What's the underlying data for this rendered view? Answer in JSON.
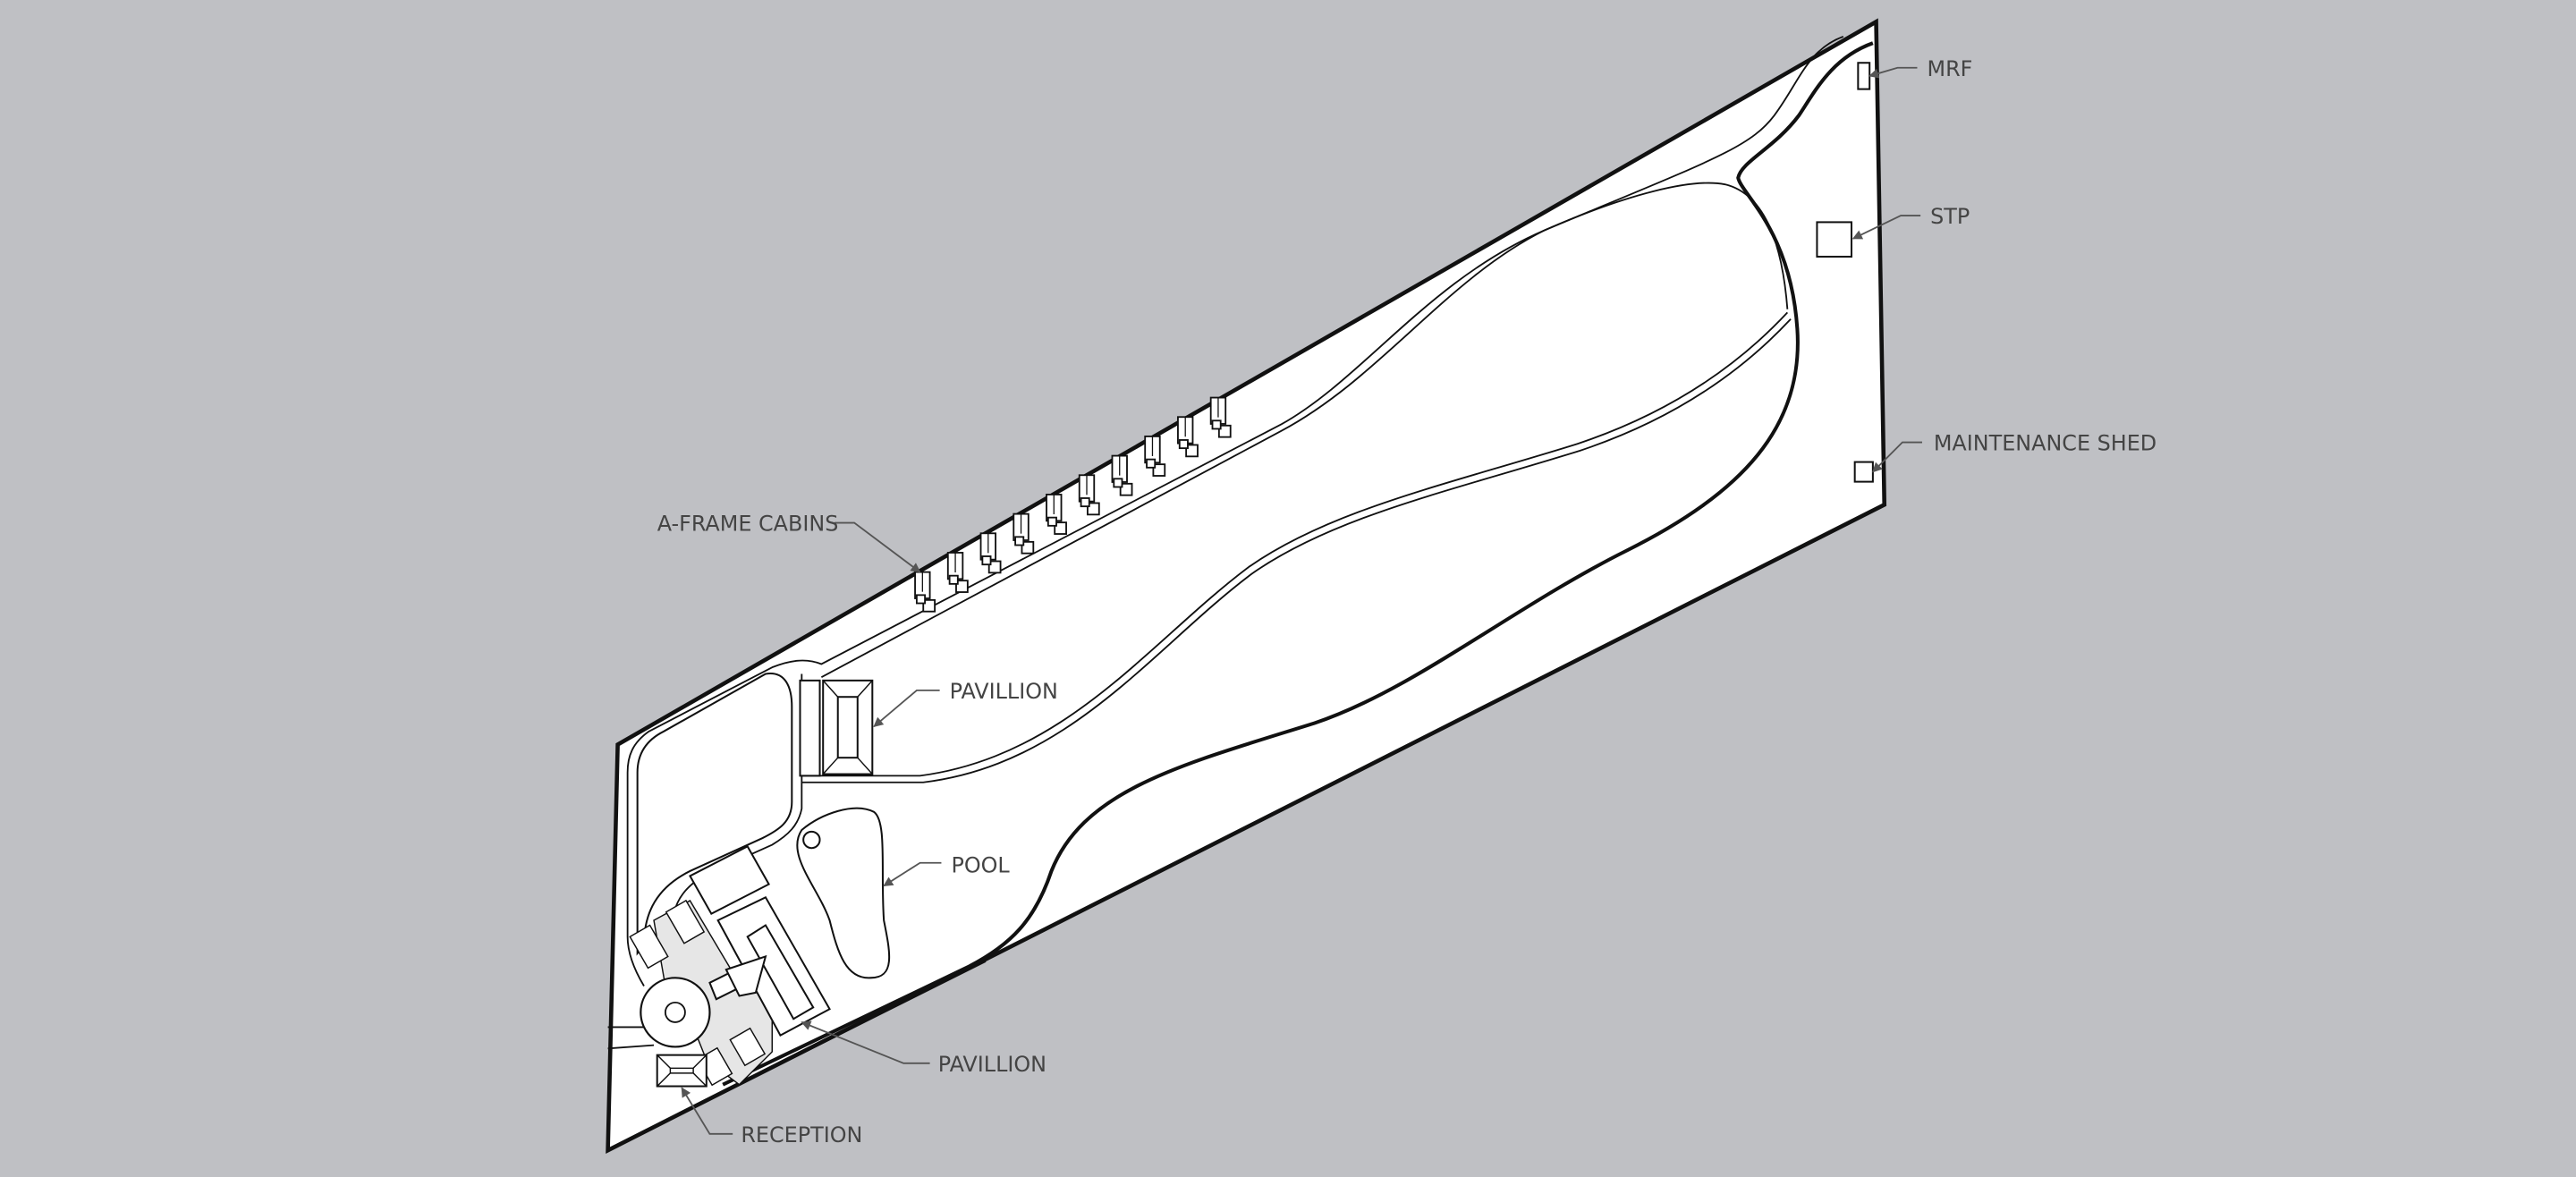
{
  "labels": {
    "a_frame_cabins": "A-FRAME CABINS",
    "pavillion_upper": "PAVILLION",
    "pool": "POOL",
    "pavillion_lower": "PAVILLION",
    "reception": "RECEPTION",
    "mrf": "MRF",
    "stp": "STP",
    "maintenance_shed": "MAINTENANCE SHED"
  },
  "cabins": {
    "count": 10
  },
  "colors": {
    "background": "#bfc0c4",
    "site": "#ffffff",
    "plaza": "#e6e6e6",
    "label": "#444444"
  }
}
